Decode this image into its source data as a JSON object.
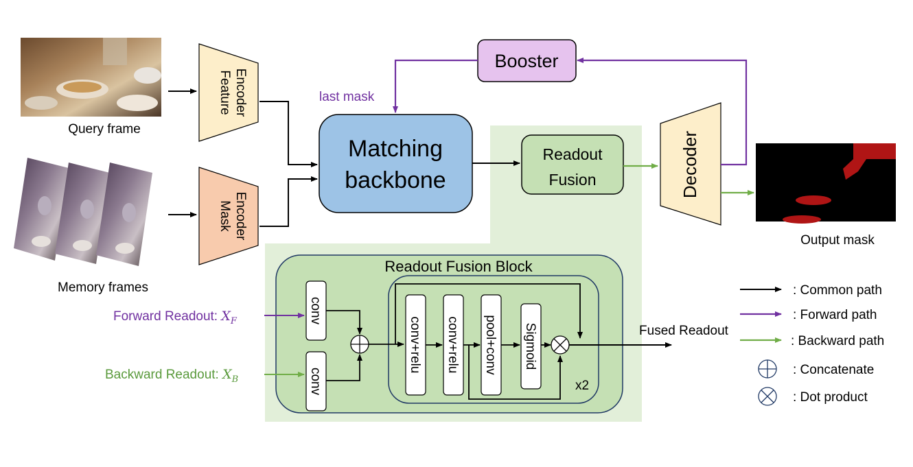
{
  "diagram": {
    "inputs": {
      "query_label": "Query frame",
      "memory_label": "Memory frames"
    },
    "encoders": {
      "feature": [
        "Feature",
        "Encoder"
      ],
      "mask": [
        "Mask",
        "Encoder"
      ]
    },
    "booster": "Booster",
    "last_mask": "last mask",
    "matching": [
      "Matching",
      "backbone"
    ],
    "readout_fusion": [
      "Readout",
      "Fusion"
    ],
    "decoder": "Decoder",
    "output_label": "Output mask",
    "block": {
      "title": "Readout Fusion Block",
      "conv": "conv",
      "layers": [
        "conv+relu",
        "conv+relu",
        "pool+conv",
        "Sigmoid"
      ],
      "repeat": "x2",
      "forward_readout": "Forward Readout: ",
      "forward_symbol": "X",
      "forward_sub": "F",
      "backward_readout": "Backward Readout: ",
      "backward_symbol": "X",
      "backward_sub": "B",
      "fused_readout": "Fused Readout"
    },
    "legend": {
      "common": ": Common path",
      "forward": ": Forward path",
      "backward": ": Backward path",
      "concatenate": ": Concatenate",
      "dot": ": Dot product"
    },
    "colors": {
      "forward": "#7030a0",
      "backward": "#5a9a3c",
      "booster_fill": "#e6c3ee",
      "matching_fill": "#9dc3e6",
      "green_box": "#c5e0b4",
      "green_bg": "#e2efd9",
      "feature_fill": "#fdeeca",
      "mask_fill": "#f8cbad"
    }
  }
}
